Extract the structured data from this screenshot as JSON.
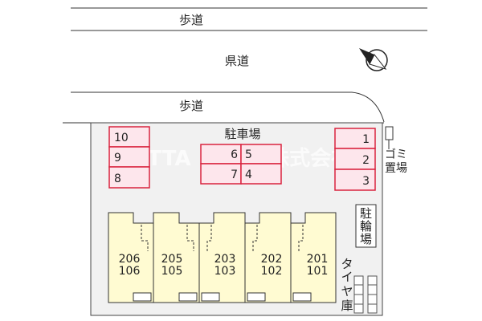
{
  "road": {
    "sidewalk_top": "歩道",
    "prefectural_road": "県道",
    "sidewalk_bottom": "歩道"
  },
  "compass": {
    "icon": "north-arrow-icon"
  },
  "lot": {
    "parking_label": "駐車場",
    "parking_left": [
      "10",
      "9",
      "8"
    ],
    "parking_center_top": [
      "6",
      "5"
    ],
    "parking_center_bottom": [
      "7",
      "4"
    ],
    "parking_right": [
      "1",
      "2",
      "3"
    ],
    "garbage_label": "ゴミ置場",
    "bicycle_label": "駐輪場",
    "tire_label": "タイヤ庫"
  },
  "watermark": "KNITTA HOME株式会社",
  "units": [
    {
      "upper": "206",
      "lower": "106"
    },
    {
      "upper": "205",
      "lower": "105"
    },
    {
      "upper": "203",
      "lower": "103"
    },
    {
      "upper": "202",
      "lower": "102"
    },
    {
      "upper": "201",
      "lower": "101"
    }
  ],
  "colors": {
    "parking_red": "#d9243f",
    "parking_fill": "#fde6ec",
    "building_fill": "#fffbd2",
    "lot_fill": "#f1f1f1"
  }
}
